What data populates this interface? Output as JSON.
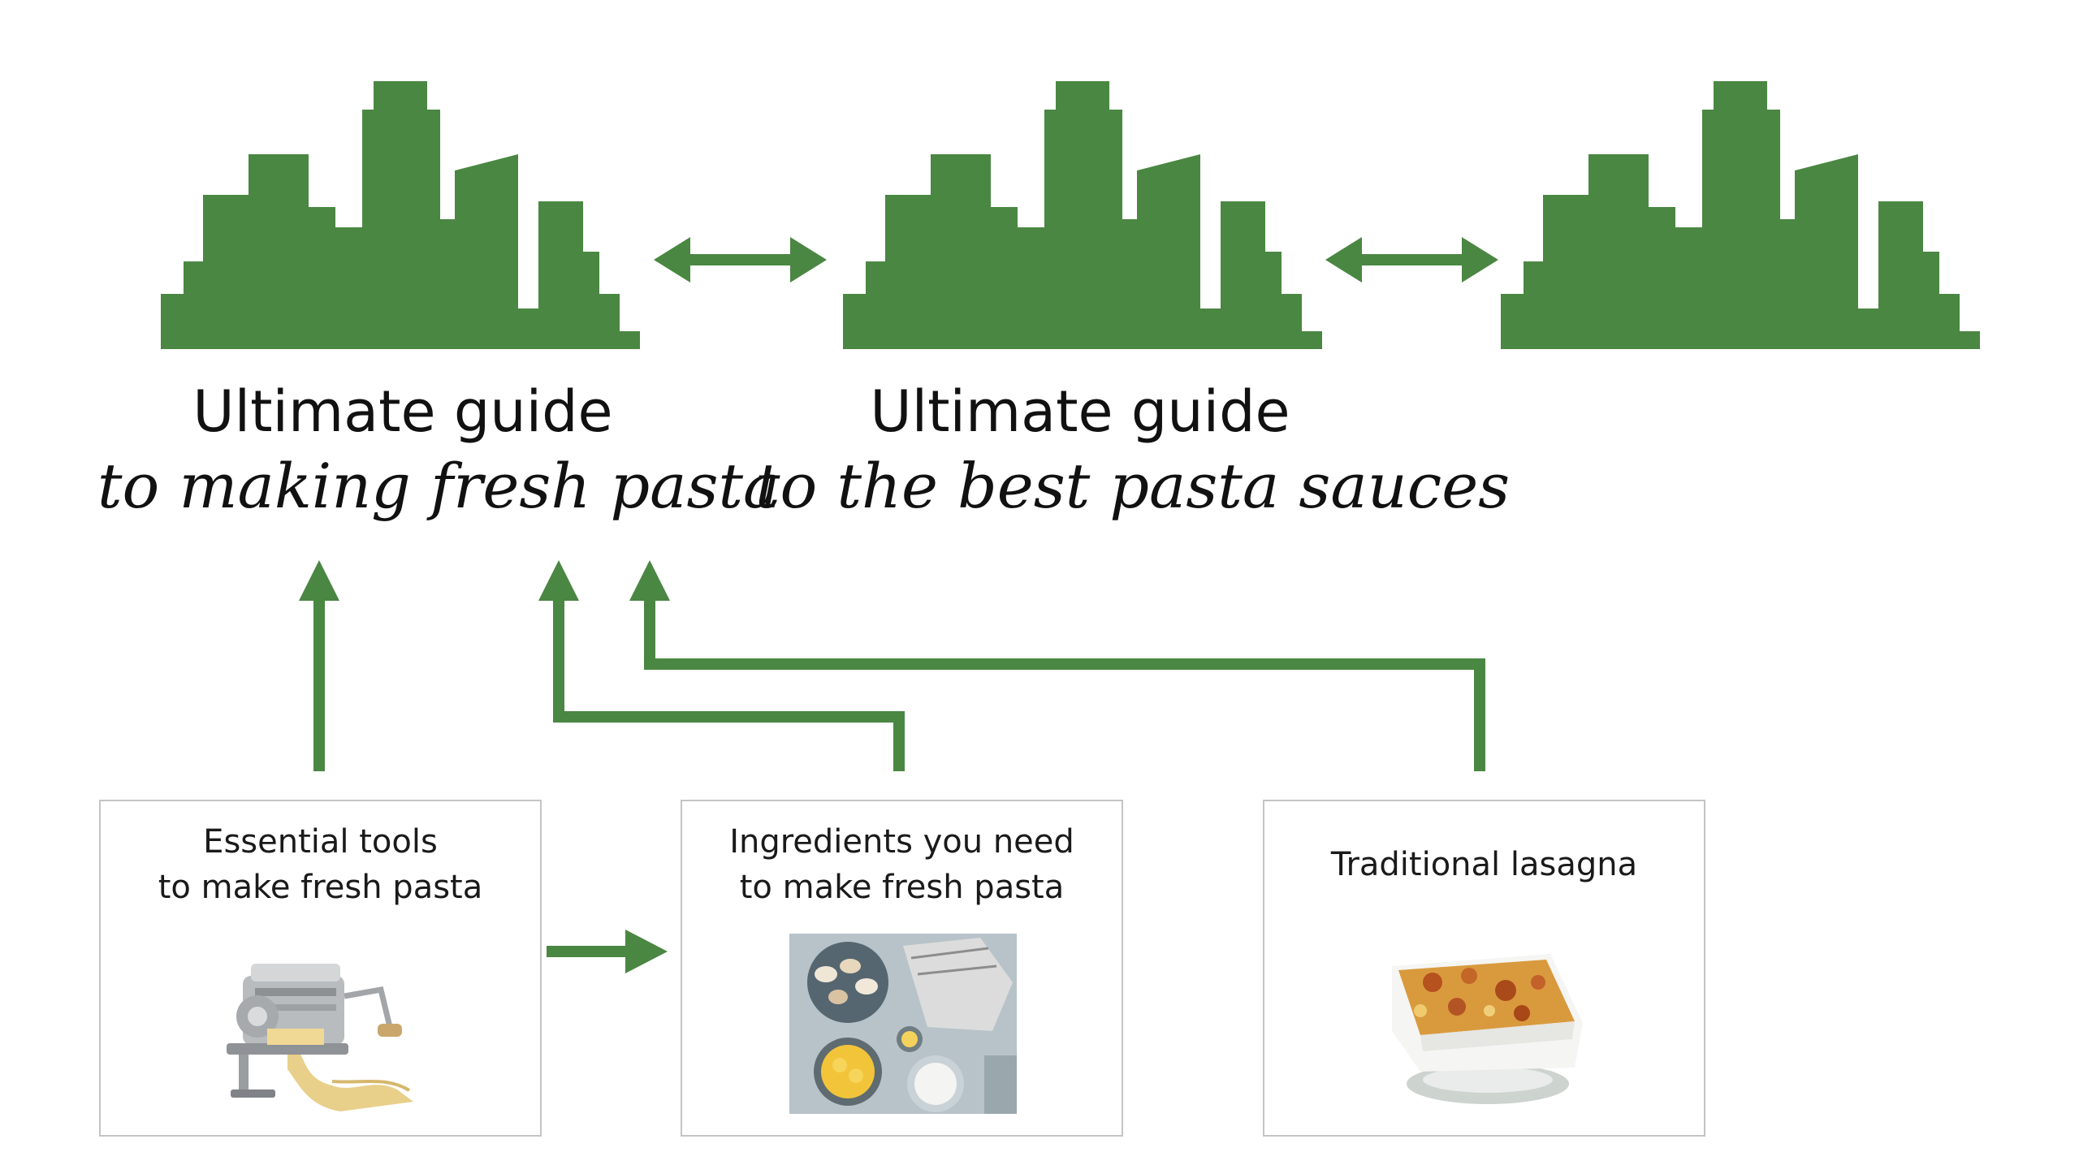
{
  "colors": {
    "accent_green": "#4a8742",
    "text": "#111111",
    "card_border": "#c4c4c4"
  },
  "pillars": [
    {
      "icon": "pillar-skyline-icon",
      "title_line1": "Ultimate guide",
      "title_line2": "to making fresh pasta"
    },
    {
      "icon": "pillar-skyline-icon",
      "title_line1": "Ultimate guide",
      "title_line2": "to the best pasta sauces"
    },
    {
      "icon": "pillar-skyline-icon"
    }
  ],
  "cluster_cards": [
    {
      "title_line1": "Essential tools",
      "title_line2": "to make fresh pasta",
      "image": "pasta-machine-photo"
    },
    {
      "title_line1": "Ingredients you need",
      "title_line2": "to make fresh pasta",
      "image": "ingredients-photo"
    },
    {
      "title_line1": "Traditional lasagna",
      "image": "lasagna-photo"
    }
  ]
}
